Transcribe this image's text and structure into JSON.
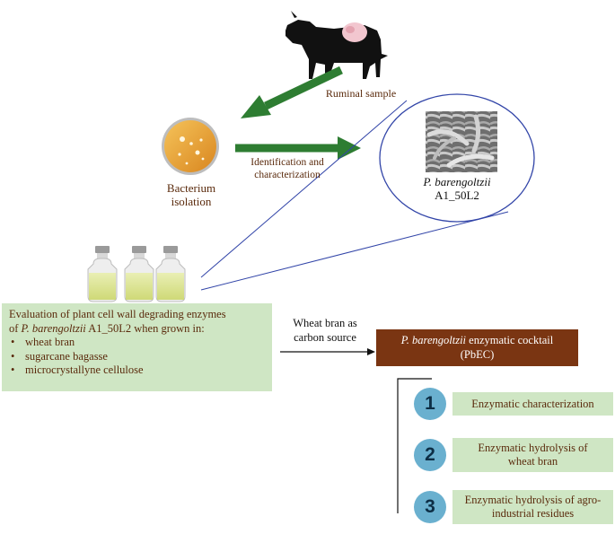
{
  "diagram": {
    "ruminal_label": "Ruminal  sample",
    "isolation_label": [
      "Bacterium",
      "isolation"
    ],
    "identification_label": [
      "Identification and",
      "characterization"
    ],
    "strain_species": "P. barengoltzii",
    "strain_code": "A1_50L2",
    "evaluation": {
      "line1": "Evaluation  of plant cell wall degrading enzymes",
      "line2_prefix": "of ",
      "line2_species": "P. barengoltzii",
      "line2_suffix": " A1_50L2 when grown in:",
      "items": [
        "wheat bran",
        "sugarcane bagasse",
        "microcrystallyne cellulose"
      ]
    },
    "carbon_source_label": [
      "Wheat bran as",
      "carbon source"
    ],
    "cocktail": {
      "species": "P. barengoltzii",
      "rest": " enzymatic cocktail",
      "abbrev": "(PbEC)"
    },
    "steps": [
      {
        "number": "1",
        "label": "Enzymatic  characterization"
      },
      {
        "number": "2",
        "label": "Enzymatic hydrolysis  of wheat bran"
      },
      {
        "number": "3",
        "label": "Enzymatic hydrolysis  of agro-industrial residues"
      }
    ],
    "colors": {
      "arrow_green": "#2e7d32",
      "box_green": "#cfe6c4",
      "cocktail_brown": "#7a3512",
      "text_brown": "#5a2a0c",
      "circle_blue": "#6ab0cf",
      "ellipse_blue": "#3245a8",
      "petri_orange": "#e8a23a"
    }
  }
}
